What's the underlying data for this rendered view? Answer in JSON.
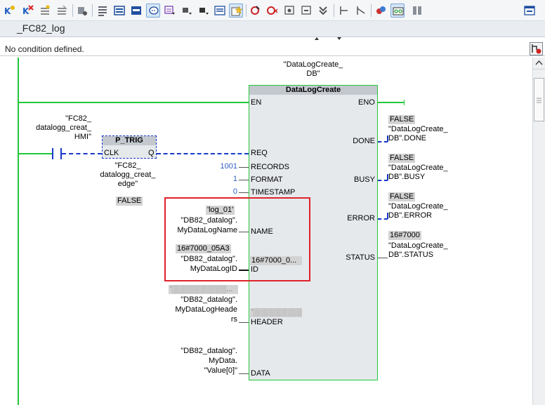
{
  "editor": {
    "block_title": "_FC82_log",
    "condition_text": "No condition defined."
  },
  "toolbar": {
    "icons": [
      "insert-network-icon",
      "delete-network-icon",
      "open-all-networks-icon",
      "close-all-networks-icon",
      "toggle-display-icon",
      "absolute-operands-icon",
      "show-favorites-icon",
      "toggle-comments-icon",
      "network-comments-icon",
      "go-to-next-error-icon",
      "add-instruction-icon",
      "insert-box-icon",
      "favorites-icon",
      "reset-icon",
      "go-to-declaration-icon",
      "go-to-next-icon",
      "monitor-icon",
      "download-icon",
      "rewire-icon",
      "callstruct-icon",
      "test-icon",
      "glasses-icon",
      "grid-icon",
      "window-layout-icon"
    ],
    "pressed": [
      9,
      16,
      21
    ]
  },
  "instance": {
    "db_line1": "\"DataLogCreate_",
    "db_line2": "DB\"",
    "block_name": "DataLogCreate"
  },
  "ptrig": {
    "name": "P_TRIG",
    "in_pin": "CLK",
    "out_pin": "Q",
    "input_lines": [
      "\"FC82_",
      "datalogg_creat_",
      "HMI\""
    ],
    "edge_lines": [
      "\"FC82_",
      "datalogg_creat_",
      "edge\""
    ],
    "edge_value": "FALSE"
  },
  "inputs": {
    "en": "EN",
    "req": "REQ",
    "records": {
      "pin": "RECORDS",
      "value": "1001"
    },
    "format": {
      "pin": "FORMAT",
      "value": "1"
    },
    "timestamp": {
      "pin": "TIMESTAMP",
      "value": "0"
    },
    "name": {
      "pin": "NAME",
      "value": "'log_01'",
      "lines": [
        "\"DB82_datalog\".",
        "MyDataLogName"
      ]
    },
    "id": {
      "pin": "ID",
      "value": "16#7000_05A3",
      "lines": [
        "\"DB82_datalog\".",
        "MyDataLogID"
      ],
      "inner_value": "16#7000_0..."
    },
    "header": {
      "pin": "HEADER",
      "value": "'░░░░░░░░░░...",
      "lines": [
        "\"DB82_datalog\".",
        "MyDataLogHeade",
        "rs"
      ],
      "inner_value": "'░░░░░░░░░░..."
    },
    "data": {
      "pin": "DATA",
      "lines": [
        "\"DB82_datalog\".",
        "MyData.",
        "\"Value[0]\""
      ]
    }
  },
  "outputs": {
    "eno": "ENO",
    "done": {
      "pin": "DONE",
      "value": "FALSE",
      "lines": [
        "\"DataLogCreate_",
        "DB\".DONE"
      ]
    },
    "busy": {
      "pin": "BUSY",
      "value": "FALSE",
      "lines": [
        "\"DataLogCreate_",
        "DB\".BUSY"
      ]
    },
    "error": {
      "pin": "ERROR",
      "value": "FALSE",
      "lines": [
        "\"DataLogCreate_",
        "DB\".ERROR"
      ]
    },
    "status": {
      "pin": "STATUS",
      "value": "16#7000",
      "lines": [
        "\"DataLogCreate_",
        "DB\".STATUS"
      ]
    }
  },
  "colors": {
    "power_rail": "#22c73a",
    "signal_true": "#22c73a",
    "signal_false": "#1838c8",
    "highlight": "#e0222a",
    "constant": "#2d5ec2"
  }
}
